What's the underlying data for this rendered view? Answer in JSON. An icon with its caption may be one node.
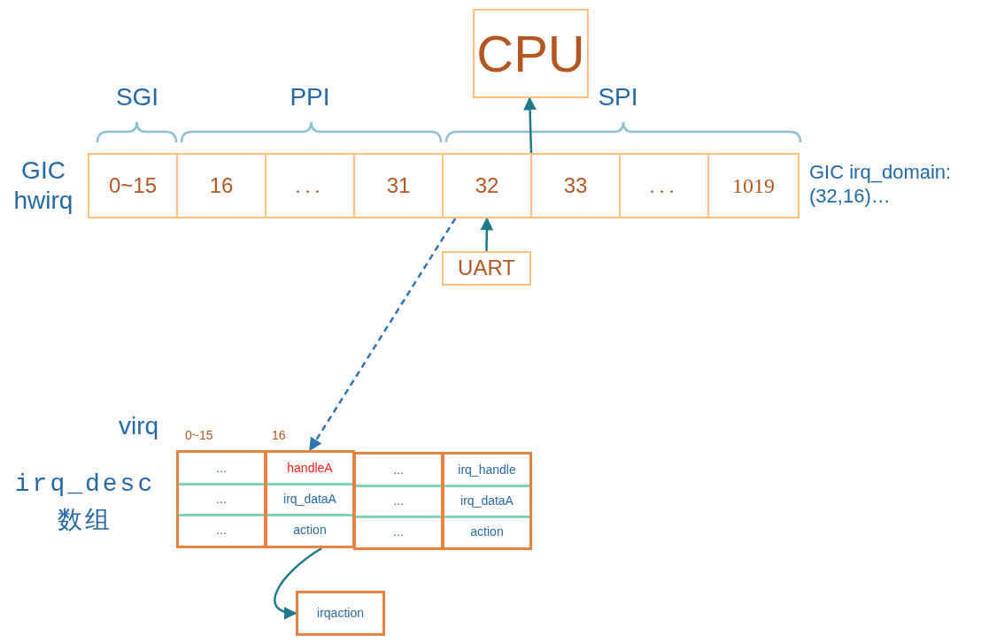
{
  "diagram": {
    "nodes": [
      {
        "text": [
          "CPU"
        ]
      },
      {
        "text": [
          "0~15"
        ]
      },
      {
        "text": [
          "16"
        ]
      },
      {
        "text": [
          "..."
        ]
      },
      {
        "text": [
          "31"
        ]
      },
      {
        "text": [
          "32"
        ]
      },
      {
        "text": [
          "33"
        ]
      },
      {
        "text": [
          "..."
        ]
      },
      {
        "text": [
          "1019"
        ]
      },
      {
        "text": [
          "UART"
        ]
      },
      {
        "text": [
          "...",
          "...",
          "..."
        ],
        "beside": [
          "0~15"
        ]
      },
      {
        "text": [
          "handleA",
          "irq_dataA",
          "action"
        ],
        "beside": [
          "16"
        ]
      },
      {
        "text": [
          "...",
          "...",
          "..."
        ]
      },
      {
        "text": [
          "irq_handle",
          "irq_dataA",
          "action"
        ]
      },
      {
        "text": [
          "irqaction"
        ]
      }
    ],
    "edges": [
      {
        "from": 5,
        "to": 0,
        "arrow": "to"
      },
      {
        "from": 9,
        "to": 5,
        "arrow": "to"
      },
      {
        "from": 5,
        "to": 11,
        "arrow": "to",
        "style": "dashed",
        "color": "#2e75b6"
      },
      {
        "from": 11,
        "to": 14,
        "arrow": "to"
      }
    ],
    "labels": [
      "SGI",
      "PPI",
      "SPI",
      "GIC hwirq",
      "GIC irq_domain: (32,16)…",
      "virq",
      "irq_desc 数组"
    ]
  }
}
